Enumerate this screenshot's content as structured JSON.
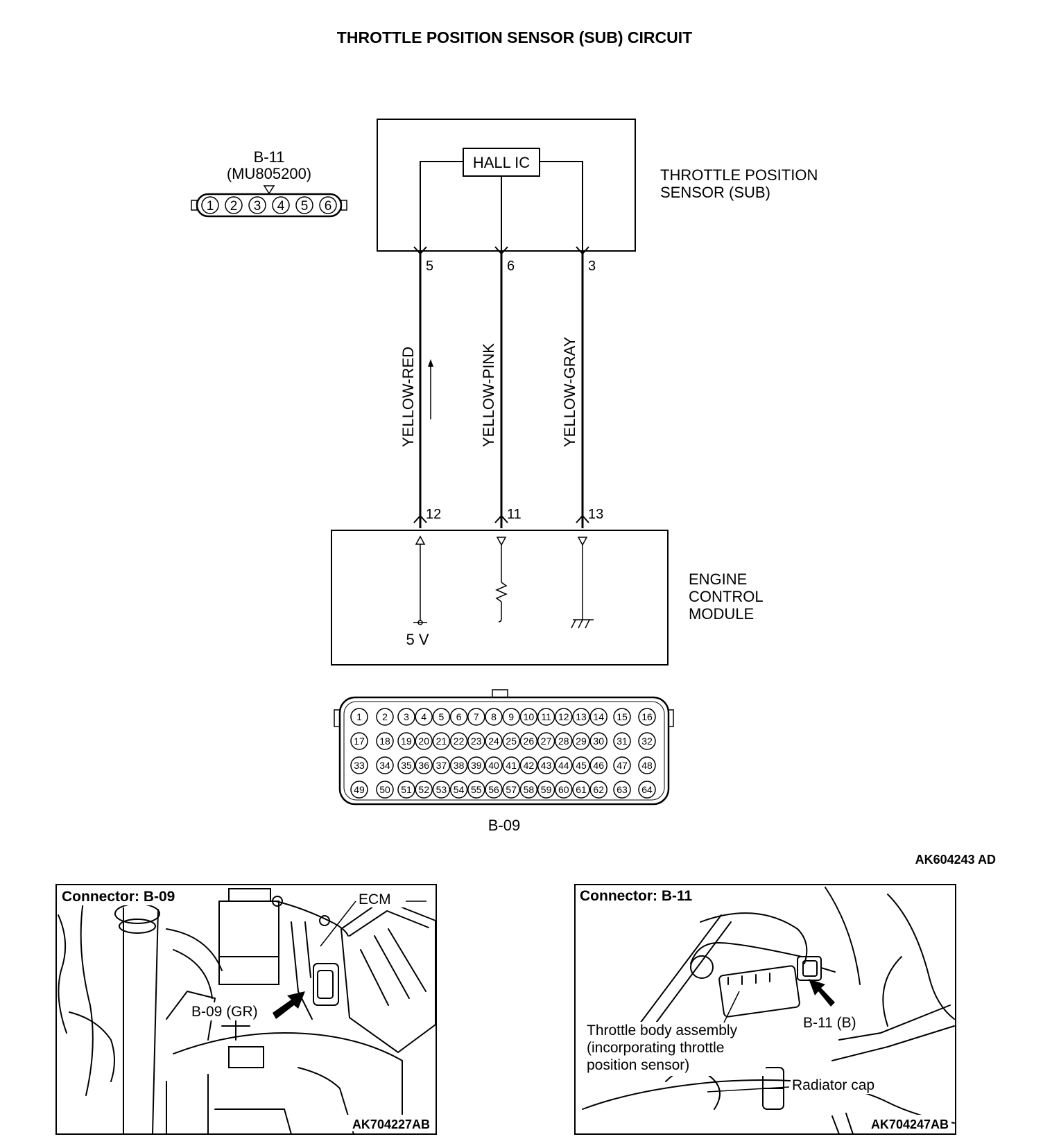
{
  "title": "THROTTLE POSITION SENSOR (SUB) CIRCUIT",
  "sensor": {
    "ic_label": "HALL IC",
    "name_line1": "THROTTLE POSITION",
    "name_line2": "SENSOR (SUB)",
    "pins": [
      "5",
      "6",
      "3"
    ]
  },
  "sensor_connector": {
    "id": "B-11",
    "part": "(MU805200)",
    "pins": [
      "1",
      "2",
      "3",
      "4",
      "5",
      "6"
    ]
  },
  "wires": [
    "YELLOW-RED",
    "YELLOW-PINK",
    "YELLOW-GRAY"
  ],
  "ecm": {
    "pins": [
      "12",
      "11",
      "13"
    ],
    "name_line1": "ENGINE",
    "name_line2": "CONTROL",
    "name_line3": "MODULE",
    "supply": "5 V"
  },
  "ecm_connector": {
    "id": "B-09",
    "rows": [
      [
        "1",
        "2",
        "3",
        "4",
        "5",
        "6",
        "7",
        "8",
        "9",
        "10",
        "11",
        "12",
        "13",
        "14",
        "15",
        "16"
      ],
      [
        "17",
        "18",
        "19",
        "20",
        "21",
        "22",
        "23",
        "24",
        "25",
        "26",
        "27",
        "28",
        "29",
        "30",
        "31",
        "32"
      ],
      [
        "33",
        "34",
        "35",
        "36",
        "37",
        "38",
        "39",
        "40",
        "41",
        "42",
        "43",
        "44",
        "45",
        "46",
        "47",
        "48"
      ],
      [
        "49",
        "50",
        "51",
        "52",
        "53",
        "54",
        "55",
        "56",
        "57",
        "58",
        "59",
        "60",
        "61",
        "62",
        "63",
        "64"
      ]
    ]
  },
  "figure_code": "AK604243 AD",
  "photo_left": {
    "caption": "Connector: B-09",
    "ecm_label": "ECM",
    "connector_label": "B-09 (GR)",
    "code": "AK704227AB"
  },
  "photo_right": {
    "caption": "Connector: B-11",
    "throttle_line1": "Throttle body assembly",
    "throttle_line2": "(incorporating throttle",
    "throttle_line3": "position sensor)",
    "connector_label": "B-11 (B)",
    "radiator_label": "Radiator cap",
    "code": "AK704247AB"
  }
}
